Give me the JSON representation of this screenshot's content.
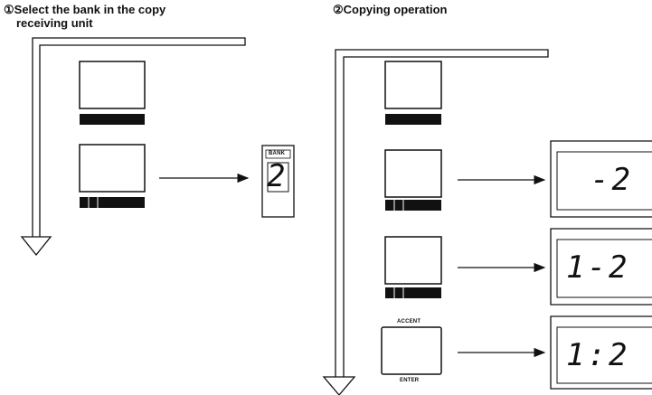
{
  "step1": {
    "label_line1": "①Select the bank in the copy",
    "label_line2": "receiving unit",
    "bank_label": "BANK",
    "bank_value": "2"
  },
  "step2": {
    "label": "②Copying operation",
    "displays": [
      "-2",
      "1-2",
      "1:2"
    ],
    "accent_label": "ACCENT",
    "enter_label": "ENTER"
  }
}
